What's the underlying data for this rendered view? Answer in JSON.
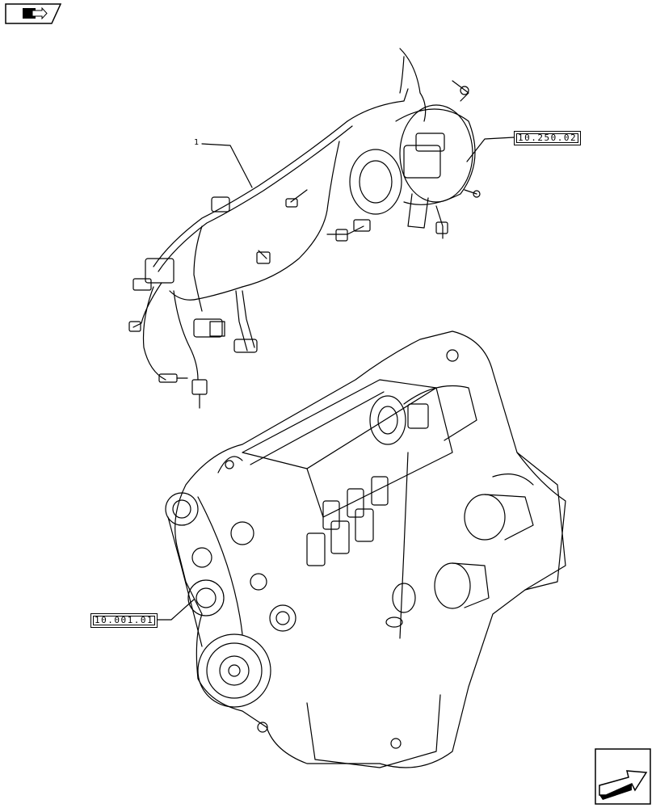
{
  "nav": {
    "icon": "folder-arrow-icon"
  },
  "callouts": [
    {
      "number": "1"
    }
  ],
  "references": [
    {
      "code": "10.250.02"
    },
    {
      "code": "10.001.01"
    }
  ],
  "next_page": {
    "icon": "next-page-arrow-icon"
  }
}
